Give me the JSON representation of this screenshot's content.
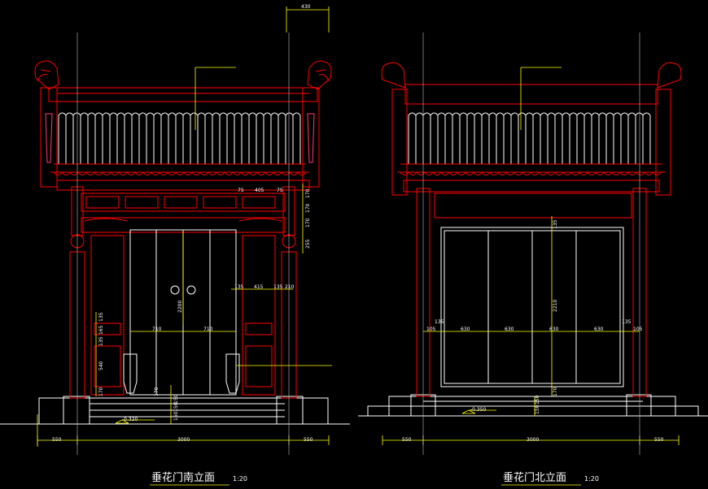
{
  "south": {
    "title": "垂花门南立面",
    "scale": "1:20",
    "dims": {
      "top": "430",
      "bottom_left": "550",
      "bottom_mid": "3000",
      "bottom_right": "550",
      "leaf_left": "710",
      "leaf_right": "710",
      "door_height": "2200",
      "level": "-0.320",
      "beam_a": "75",
      "beam_b": "405",
      "beam_c": "75",
      "side_a": "135",
      "side_b": "415",
      "side_c": "135",
      "side_d": "210",
      "r1": "170",
      "r2": "170",
      "r3": "170",
      "r4": "255",
      "l1": "135",
      "l2": "165",
      "l3": "135",
      "l4": "540",
      "l5": "170",
      "base1": "170",
      "base2": "150",
      "base3": "150",
      "base4": "150"
    }
  },
  "north": {
    "title": "垂花门北立面",
    "scale": "1:20",
    "dims": {
      "bottom_left": "550",
      "bottom_mid": "3000",
      "bottom_right": "550",
      "p1": "105",
      "p2": "135",
      "p3": "630",
      "p4": "630",
      "p5": "630",
      "p6": "630",
      "p7": "135",
      "p8": "105",
      "top": "135",
      "door_height": "2210",
      "sill": "170",
      "level": "-0.350",
      "base1": "150",
      "base2": "150"
    }
  }
}
